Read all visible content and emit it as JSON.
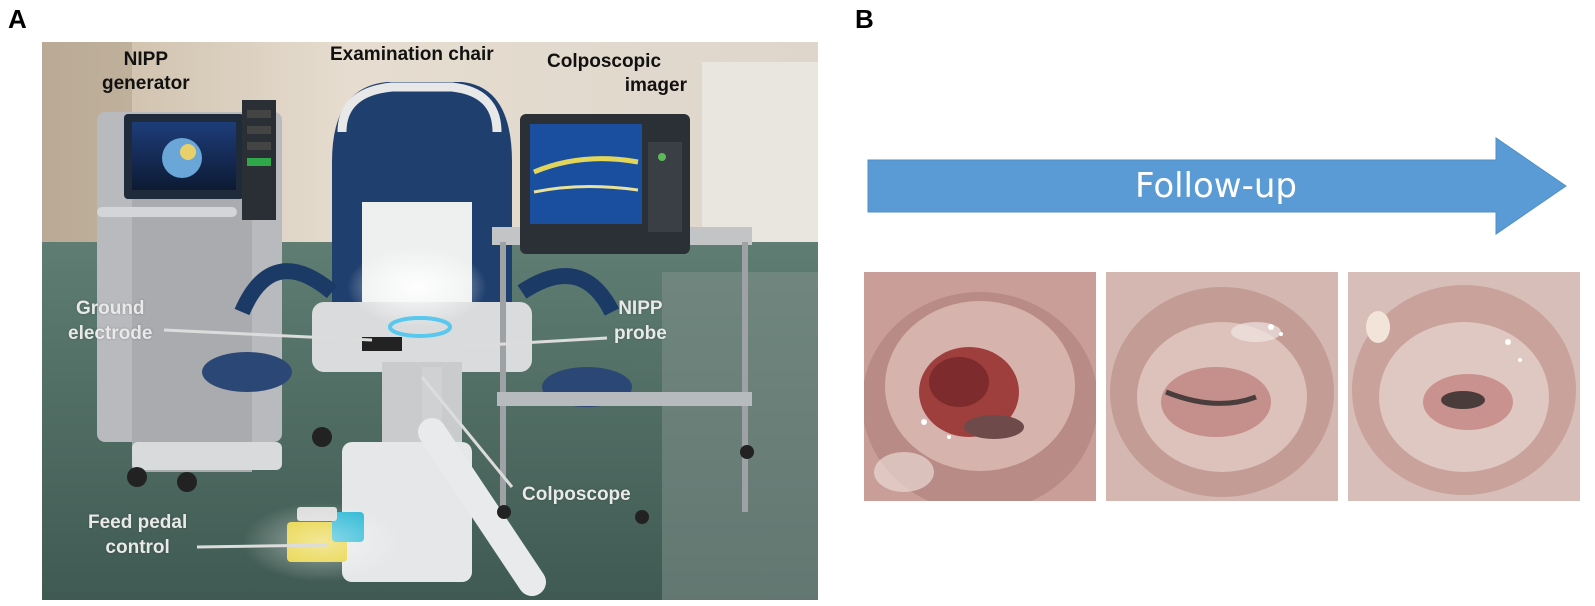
{
  "panel_a": {
    "letter": "A",
    "labels": {
      "nipp_generator": [
        "NIPP",
        "generator"
      ],
      "examination_chair": "Examination chair",
      "colposcopic_imager": [
        "Colposcopic",
        "imager"
      ],
      "ground_electrode": [
        "Ground",
        "electrode"
      ],
      "nipp_probe": [
        "NIPP",
        "probe"
      ],
      "colposcope": "Colposcope",
      "feed_pedal_control": [
        "Feed pedal",
        "control"
      ]
    }
  },
  "panel_b": {
    "letter": "B",
    "arrow_label": "Follow-up",
    "arrow_color": "#5b9bd5",
    "images": [
      "colposcopy-baseline",
      "colposcopy-follow-up-1",
      "colposcopy-follow-up-2"
    ]
  }
}
